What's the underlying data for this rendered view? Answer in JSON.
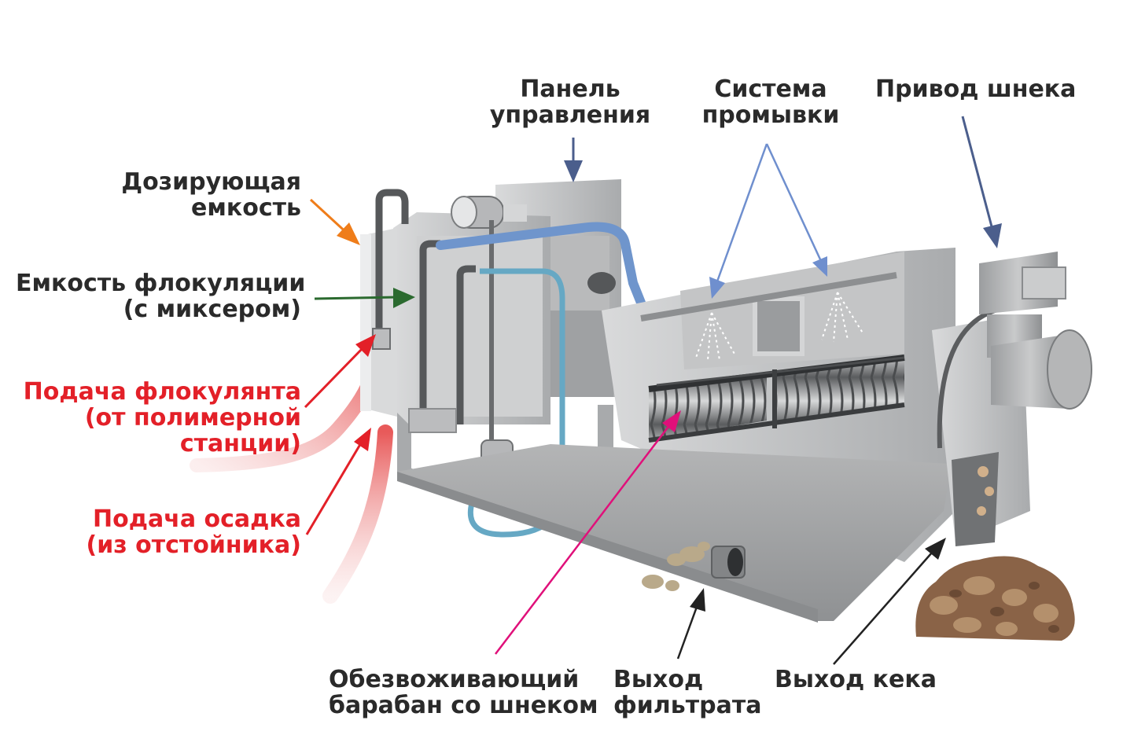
{
  "colors": {
    "text": "#2a2a2a",
    "red": "#e32028",
    "orange_arrow": "#ef7d1a",
    "green_arrow": "#2b6a2f",
    "navy_arrow": "#4b5e8c",
    "blue_arrow": "#6f8fce",
    "magenta_arrow": "#e0107a",
    "black_arrow": "#222222"
  },
  "labels": {
    "control_panel": {
      "line1": "Панель",
      "line2": "управления"
    },
    "flushing": {
      "line1": "Система",
      "line2": "промывки"
    },
    "screw_drive": {
      "line1": "Привод шнека"
    },
    "dosing_tank": {
      "line1": "Дозирующая",
      "line2": "емкость"
    },
    "floc_tank": {
      "line1": "Емкость флокуляции",
      "line2": "(с миксером)"
    },
    "flocculant_feed": {
      "line1": "Подача флокулянта",
      "line2": "(от полимерной",
      "line3": "станции)"
    },
    "sludge_feed": {
      "line1": "Подача осадка",
      "line2": "(из отстойника)"
    },
    "drum": {
      "line1": "Обезвоживающий",
      "line2": "барабан со шнеком"
    },
    "filtrate": {
      "line1": "Выход",
      "line2": "фильтрата"
    },
    "cake": {
      "line1": "Выход кека"
    }
  }
}
